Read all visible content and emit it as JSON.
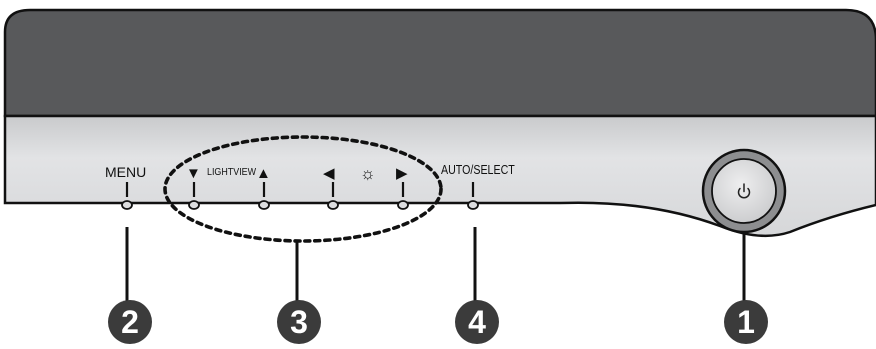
{
  "labels": {
    "menu": "MENU",
    "lightview": "LIGHTVIEW",
    "auto_select": "AUTO/SELECT"
  },
  "symbols": {
    "down_arrow": "▼",
    "up_arrow": "▲",
    "left_arrow": "◀",
    "right_arrow": "▶",
    "brightness": "☼"
  },
  "callouts": {
    "power": "1",
    "menu": "2",
    "group": "3",
    "auto_select": "4"
  },
  "colors": {
    "bezel_top": "#58595b",
    "bezel_face": "#dcdddf",
    "outline": "#111111",
    "callout_fill": "#3b3b3b",
    "power_ring": "#8d8e90",
    "power_face": "#d9dadc"
  }
}
